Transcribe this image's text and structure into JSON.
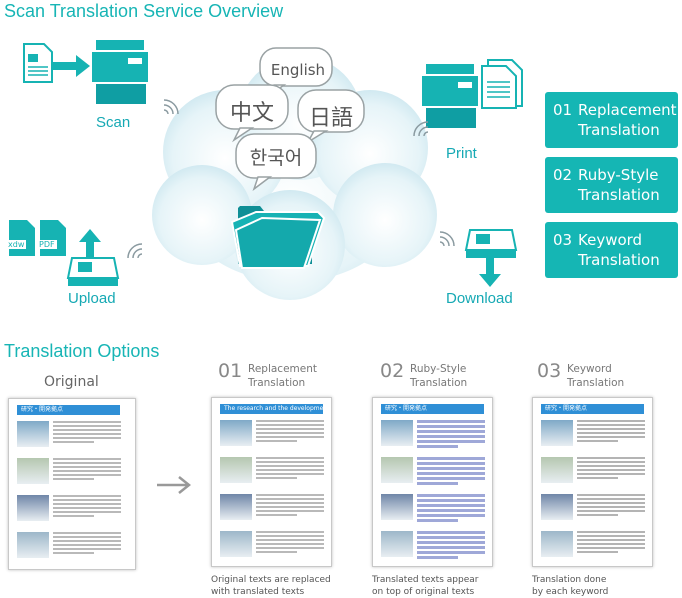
{
  "titles": {
    "overview": "Scan Translation Service Overview",
    "options": "Translation Options"
  },
  "cloud": {
    "languages": [
      "English",
      "中文",
      "日語",
      "한국어"
    ]
  },
  "nodes": {
    "scan": "Scan",
    "upload": "Upload",
    "print": "Print",
    "download": "Download"
  },
  "file_tags": {
    "xdw": "xdw",
    "pdf": "PDF"
  },
  "options": [
    {
      "num": "01",
      "line1": "Replacement",
      "line2": "Translation"
    },
    {
      "num": "02",
      "line1": "Ruby-Style",
      "line2": "Translation"
    },
    {
      "num": "03",
      "line1": "Keyword",
      "line2": "Translation"
    }
  ],
  "columns": {
    "original": "Original",
    "items": [
      {
        "num": "01",
        "line1": "Replacement",
        "line2": "Translation",
        "caption1": "Original texts are replaced",
        "caption2": "with translated texts"
      },
      {
        "num": "02",
        "line1": "Ruby-Style",
        "line2": "Translation",
        "caption1": "Translated texts appear",
        "caption2": "on top of original texts"
      },
      {
        "num": "03",
        "line1": "Keyword",
        "line2": "Translation",
        "caption1": "Translation done",
        "caption2": "by each keyword"
      }
    ]
  },
  "documents": {
    "original_header": "研究・開発拠点",
    "replacement_header": "The research and the development block",
    "ruby_header": "研究・開発拠点",
    "keyword_header": "研究・開発拠点"
  },
  "colors": {
    "accent": "#16b3b3",
    "doc_header": "#2f8fd6",
    "cloud": "#d4ecf4"
  }
}
